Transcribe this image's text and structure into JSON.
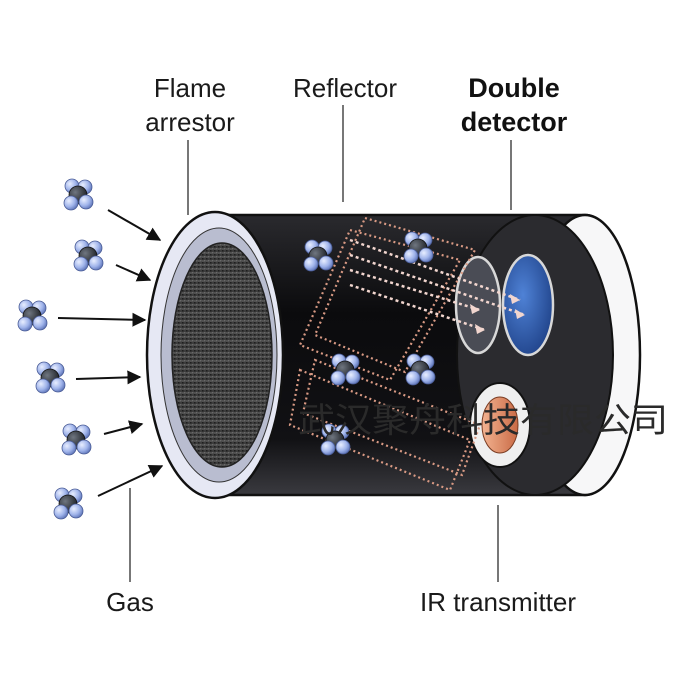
{
  "labels": {
    "flame_arrestor_line1": "Flame",
    "flame_arrestor_line2": "arrestor",
    "reflector": "Reflector",
    "double_detector_line1": "Double",
    "double_detector_line2": "detector",
    "gas": "Gas",
    "ir_transmitter": "IR transmitter"
  },
  "watermark": "武汉聚舟科技有限公司",
  "colors": {
    "body_dark": "#0f0f12",
    "rim": "#e6e8f4",
    "detector_blue": "#2f5fb3",
    "detector_grey": "#4a4c55",
    "transmitter_orange": "#e0906a",
    "molecule_carbon": "#2b2f36",
    "molecule_hydrogen": "#9fb3ea"
  },
  "icons": {
    "gas_molecule": "methane-molecule-icon",
    "flow_arrow": "arrow-right-icon"
  }
}
